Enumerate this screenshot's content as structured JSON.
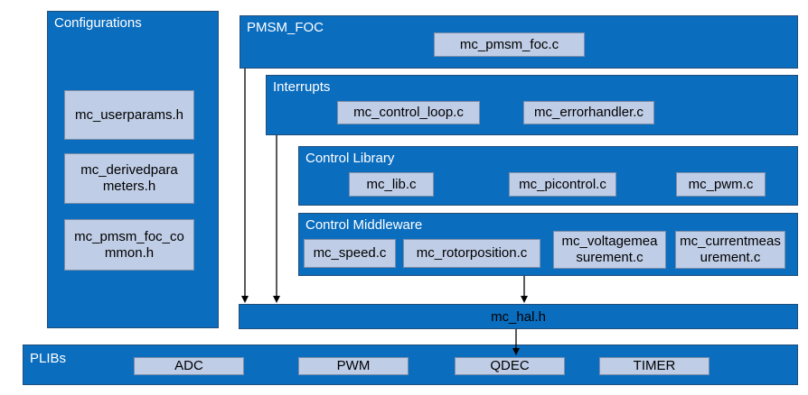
{
  "configurations": {
    "title": "Configurations",
    "files": [
      "mc_userparams.h",
      "mc_derivedparameters.h",
      "mc_pmsm_foc_common.h"
    ]
  },
  "pmsm_foc": {
    "title": "PMSM_FOC",
    "file": "mc_pmsm_foc.c"
  },
  "interrupts": {
    "title": "Interrupts",
    "files": [
      "mc_control_loop.c",
      "mc_errorhandler.c"
    ]
  },
  "control_library": {
    "title": "Control Library",
    "files": [
      "mc_lib.c",
      "mc_picontrol.c",
      "mc_pwm.c"
    ]
  },
  "control_middleware": {
    "title": "Control Middleware",
    "files": [
      "mc_speed.c",
      "mc_rotorposition.c",
      "mc_voltagemeasurement.c",
      "mc_currentmeasurement.c"
    ]
  },
  "hal": {
    "label": "mc_hal.h"
  },
  "plibs": {
    "title": "PLIBs",
    "items": [
      "ADC",
      "PWM",
      "QDEC",
      "TIMER"
    ]
  },
  "colors": {
    "block": "#0b6dbe",
    "file": "#bfcde6",
    "bar": "#0b6dbe"
  }
}
